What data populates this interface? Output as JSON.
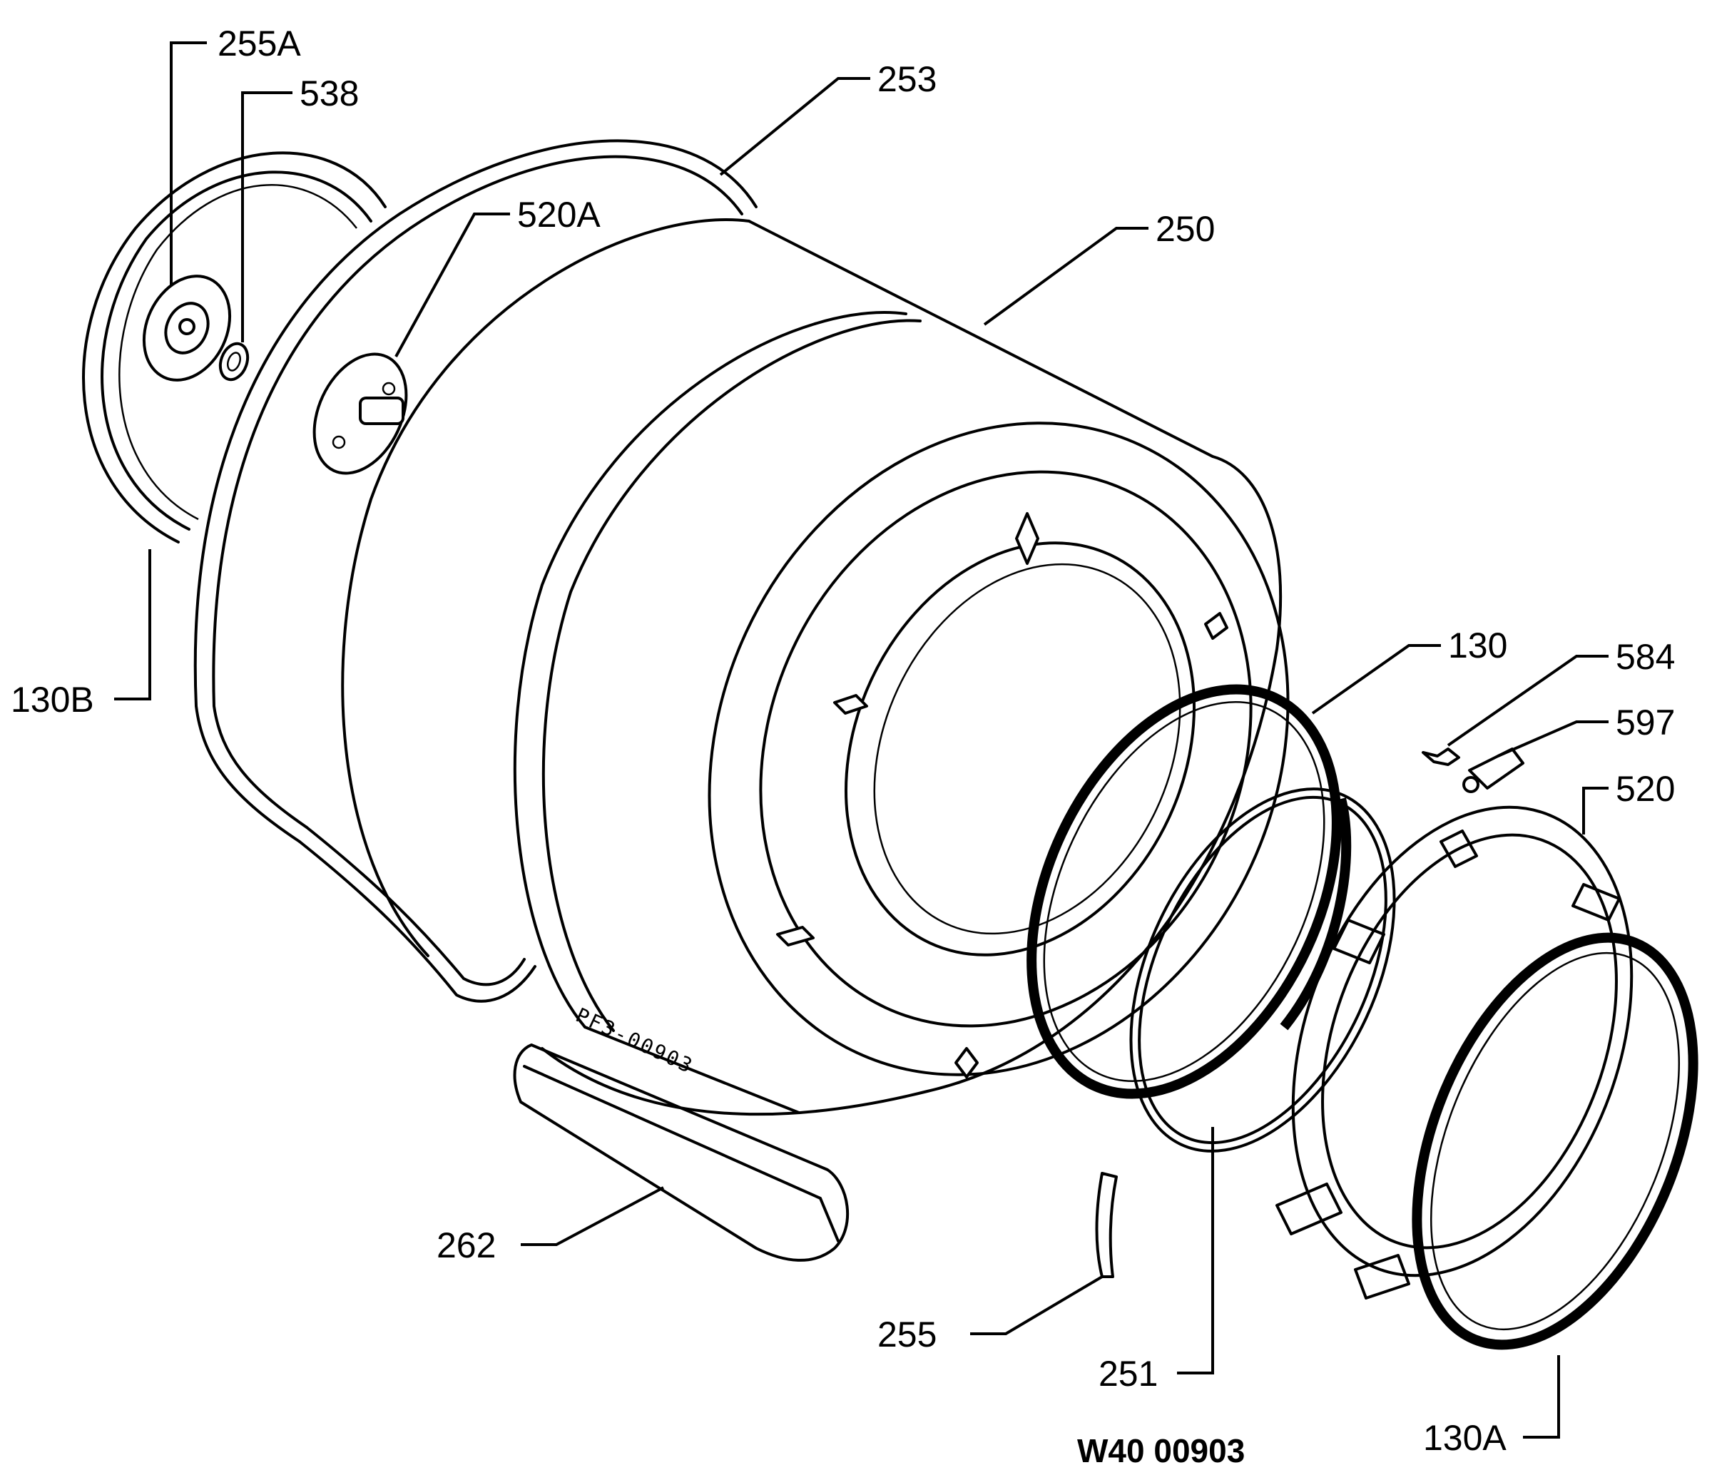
{
  "diagram": {
    "drawing_number": "W40 00903",
    "stamp": "PF3-00903",
    "callouts": {
      "c255A": "255A",
      "c538": "538",
      "c253": "253",
      "c520A": "520A",
      "c250": "250",
      "c130B": "130B",
      "c130": "130",
      "c584": "584",
      "c597": "597",
      "c520": "520",
      "c262": "262",
      "c255": "255",
      "c251": "251",
      "c130A": "130A"
    }
  }
}
